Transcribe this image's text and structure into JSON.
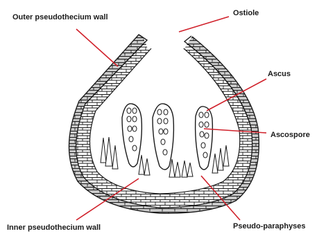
{
  "labels": {
    "outer_wall": "Outer pseudothecium wall",
    "ostiole": "Ostiole",
    "ascus": "Ascus",
    "ascospore": "Ascospore",
    "inner_wall": "Inner pseudothecium wall",
    "paraphyses": "Pseudo-paraphyses"
  },
  "colors": {
    "leader_line": "#d0202a",
    "outline": "#1a1a1a",
    "outer_cells": "#c8c8c8",
    "inner_cells": "#ffffff",
    "asci_fill": "#ffffff"
  }
}
